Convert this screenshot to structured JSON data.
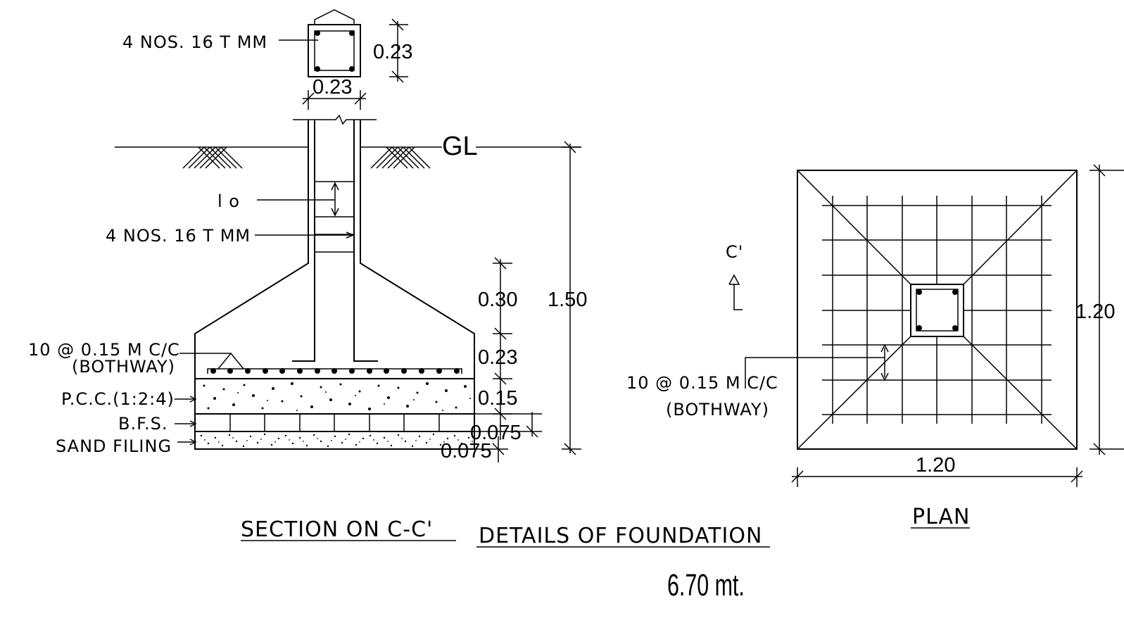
{
  "section_view": {
    "title": "SECTION ON C-C'",
    "column_rebar_top": "4 NOS. 16   T   MM",
    "column_rebar_mid": "4 NOS. 16   T   MM",
    "tie_label": "l o",
    "column_width": "0.23",
    "column_depth": "0.23",
    "ground_level": "GL",
    "slab_rebar": "10    @ 0.15 M C/C",
    "slab_rebar_note": "(BOTHWAY)",
    "pcc_label": "P.C.C.(1:2:4)",
    "bfs_label": "B.F.S.",
    "sand_label": "SAND FILING",
    "dims": [
      "0.30",
      "0.23",
      "0.15",
      "0.075",
      "0.075"
    ],
    "total_depth": "1.50"
  },
  "plan_view": {
    "title": "PLAN",
    "section_marker": "C'",
    "rebar_label": "10    @ 0.15 M C/C",
    "rebar_note": "(BOTHWAY)",
    "width_dim": "1.20",
    "height_dim": "1.20"
  },
  "drawing_title": "DETAILS OF FOUNDATION",
  "height_note": "6.70 mt."
}
